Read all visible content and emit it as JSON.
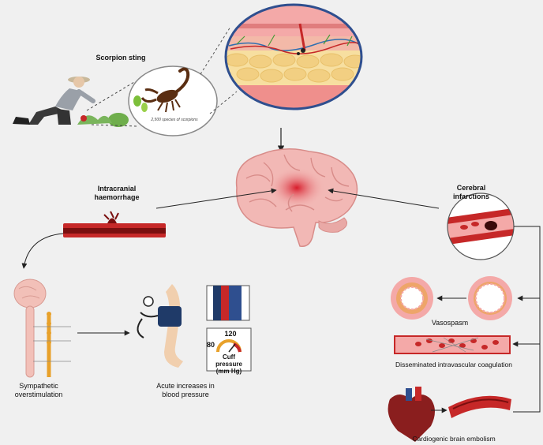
{
  "labels": {
    "scorpion_sting": "Scorpion sting",
    "species_caption": "2,500 species of scorpions",
    "intracranial_line1": "Intracranial",
    "intracranial_line2": "haemorrhage",
    "cerebral_line1": "Cerebral",
    "cerebral_line2": "infarctions",
    "sympathetic_line1": "Sympathetic",
    "sympathetic_line2": "overstimulation",
    "acute_line1": "Acute increases in",
    "acute_line2": "blood pressure",
    "gauge_high": "120",
    "gauge_low": "80",
    "cuff_line1": "Cuff",
    "cuff_line2": "pressure",
    "cuff_line3": "(mm Hg)",
    "vasospasm": "Vasospasm",
    "dic": "Disseminated intravascular coagulation",
    "embolism": "Cardiogenic brain embolism"
  },
  "colors": {
    "background": "#f0f0f0",
    "vessel_red": "#c62828",
    "tissue_pink": "#f4a9a8",
    "fat_yellow": "#f7dfa0",
    "brain_pink": "#f2b8b5",
    "blood_dark": "#7a0f0f",
    "cuff_navy": "#1f3a68",
    "spine_orange": "#e8a12a",
    "circle_blue": "#2f4f8f"
  },
  "icons": [
    "farmer-figure",
    "scorpion-icon",
    "skin-layers",
    "brain",
    "bleeding-vessel",
    "clotted-vessel",
    "spinal-cord",
    "sympathetic-chain",
    "arm-with-cuff",
    "pressure-gauge",
    "vessel-ring",
    "dic-vessel",
    "heart",
    "embolus-vessel"
  ]
}
